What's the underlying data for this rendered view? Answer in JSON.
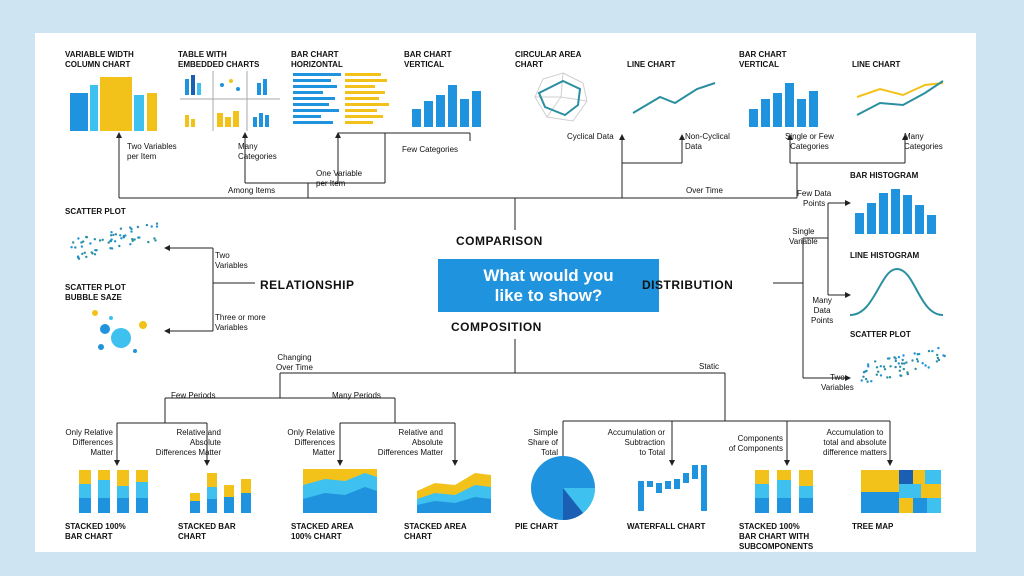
{
  "center_question": "What would you\nlike to show?",
  "categories": {
    "comparison": "COMPARISON",
    "relationship": "RELATIONSHIP",
    "distribution": "DISTRIBUTION",
    "composition": "COMPOSITION"
  },
  "comparison": {
    "titles": {
      "variable_width_column": "VARIABLE WIDTH\nCOLUMN CHART",
      "table_embedded": "TABLE WITH\nEMBEDDED CHARTS",
      "bar_horizontal": "BAR CHART\nHORIZONTAL",
      "bar_vertical_1": "BAR CHART\nVERTICAL",
      "circular_area": "CIRCULAR AREA\nCHART",
      "line_chart_1": "LINE CHART",
      "bar_vertical_2": "BAR CHART\nVERTICAL",
      "line_chart_2": "LINE CHART"
    },
    "annotations": {
      "two_variables": "Two Variables\nper Item",
      "many_categories": "Many\nCategories",
      "one_variable": "One Variable\nper Item",
      "few_categories": "Few Categories",
      "among_items": "Among Items",
      "cyclical": "Cyclical Data",
      "non_cyclical": "Non-Cyclical\nData",
      "single_few": "Single or Few\nCategories",
      "many_categories_2": "Many\nCategories",
      "over_time": "Over Time"
    }
  },
  "relationship": {
    "titles": {
      "scatter": "SCATTER PLOT",
      "bubble": "SCATTER PLOT\nBUBBLE SAZE"
    },
    "annotations": {
      "two_variables": "Two\nVariables",
      "three_more": "Three or more\nVariables"
    }
  },
  "distribution": {
    "titles": {
      "bar_histogram": "BAR HISTOGRAM",
      "line_histogram": "LINE HISTOGRAM",
      "scatter": "SCATTER PLOT"
    },
    "annotations": {
      "few_points": "Few Data\nPoints",
      "single_variable": "Single\nVariable",
      "many_points": "Many\nData\nPoints",
      "two_variables": "Two\nVariables"
    }
  },
  "composition": {
    "annotations": {
      "changing": "Changing\nOver Time",
      "static": "Static",
      "few_periods": "Few Periods",
      "many_periods": "Many Periods",
      "only_relative_1": "Only Relative\nDifferences\nMatter",
      "rel_abs_1": "Relative and\nAbsolute\nDifferences Matter",
      "only_relative_2": "Only Relative\nDifferences\nMatter",
      "rel_abs_2": "Relative and\nAbsolute\nDifferences Matter",
      "simple_share": "Simple\nShare of\nTotal",
      "accumulation": "Accumulation or\nSubtraction\nto Total",
      "components": "Components\nof Components",
      "accum_total": "Accumulation to\ntotal and absolute\ndifference matters"
    },
    "titles": {
      "stacked_100_bar": "STACKED 100%\nBAR CHART",
      "stacked_bar": "STACKED BAR\nCHART",
      "stacked_area_100": "STACKED AREA\n100% CHART",
      "stacked_area": "STACKED AREA\nCHART",
      "pie": "PIE CHART",
      "waterfall": "WATERFALL CHART",
      "stacked_100_sub": "STACKED 100%\nBAR CHART WITH\nSUBCOMPONENTS",
      "tree_map": "TREE MAP"
    }
  },
  "colors": {
    "blue": "#1f93dd",
    "light_blue": "#3fc1ef",
    "yellow": "#f2c21b",
    "navy": "#1a5fb4",
    "teal": "#2a8fa0"
  }
}
